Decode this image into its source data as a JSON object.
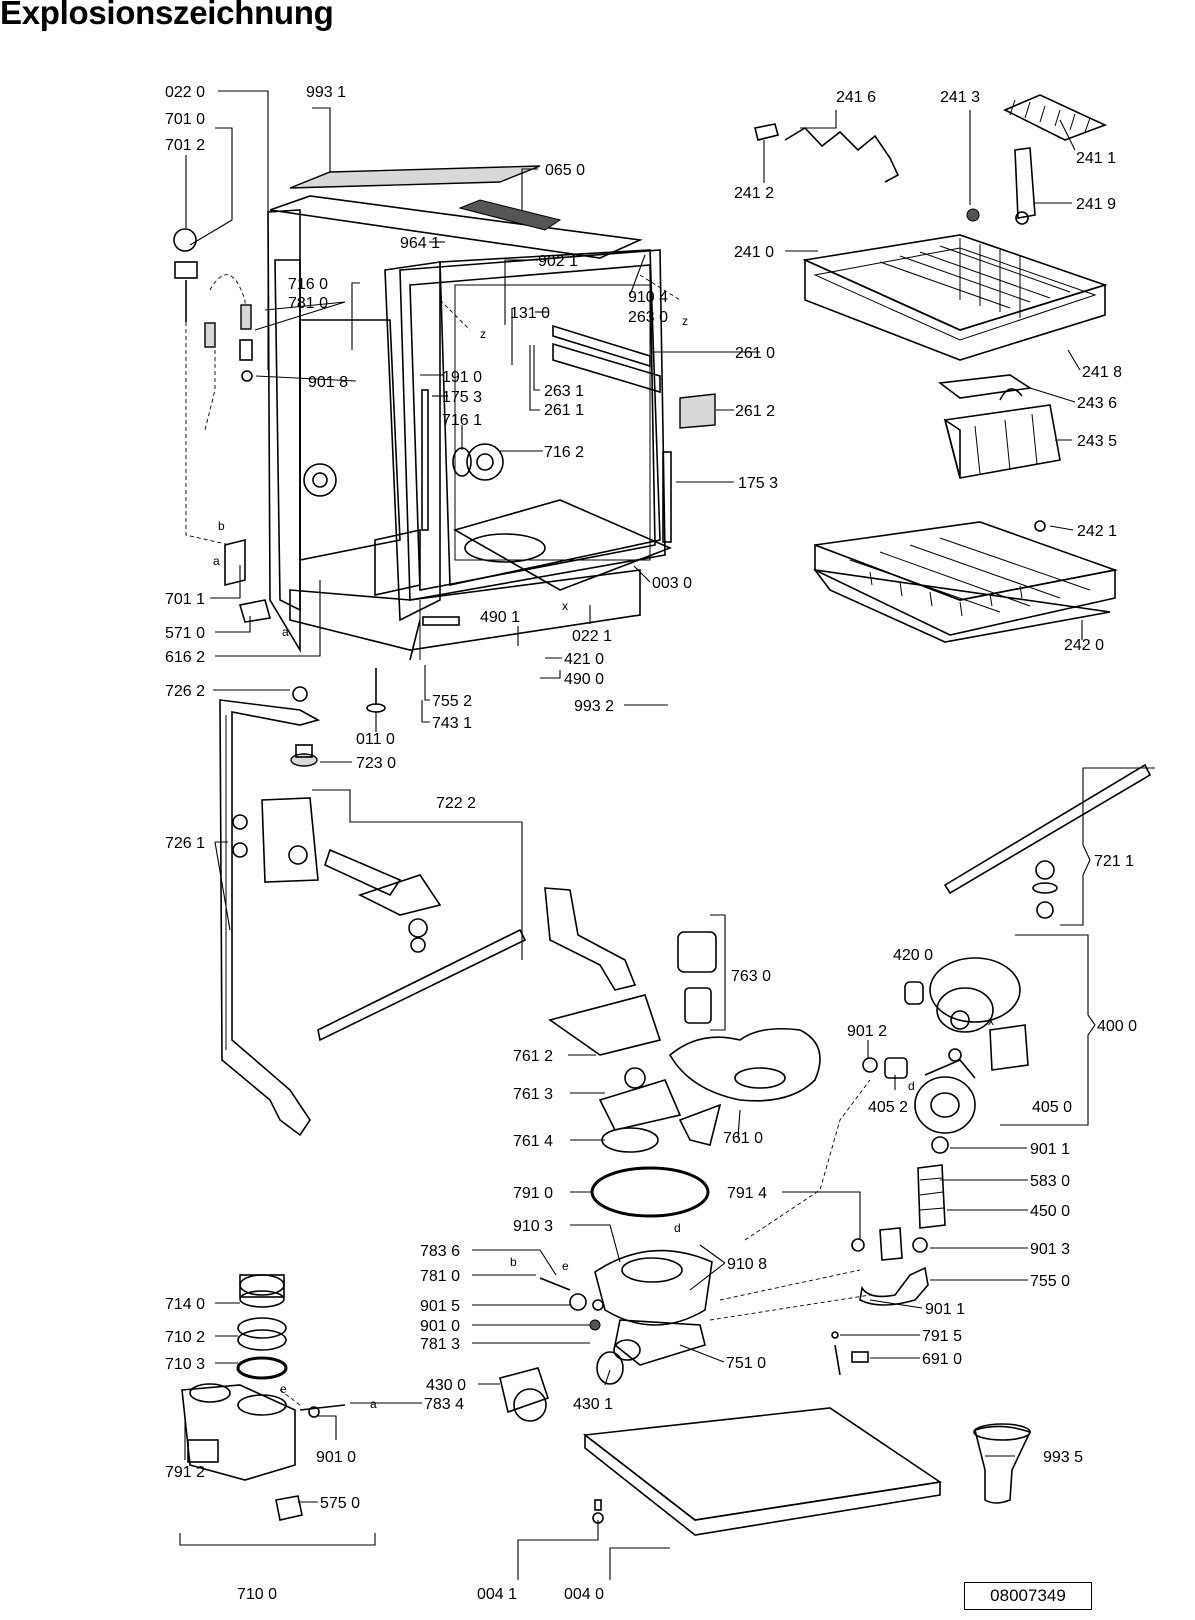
{
  "title": "Explosionszeichnung",
  "doc_number": "08007349",
  "labels": [
    {
      "id": "l0220",
      "text": "022 0"
    },
    {
      "id": "l9931",
      "text": "993 1"
    },
    {
      "id": "l7010",
      "text": "701 0"
    },
    {
      "id": "l7012",
      "text": "701 2"
    },
    {
      "id": "l0650",
      "text": "065 0"
    },
    {
      "id": "l9641",
      "text": "964 1"
    },
    {
      "id": "l9021",
      "text": "902 1"
    },
    {
      "id": "l7160",
      "text": "716 0"
    },
    {
      "id": "l7810",
      "text": "781 0"
    },
    {
      "id": "l9104",
      "text": "910 4"
    },
    {
      "id": "l1310",
      "text": "131 0"
    },
    {
      "id": "l2630",
      "text": "263 0"
    },
    {
      "id": "l9018",
      "text": "901 8"
    },
    {
      "id": "l2610",
      "text": "261 0"
    },
    {
      "id": "l1910",
      "text": "191 0"
    },
    {
      "id": "l1753a",
      "text": "175 3"
    },
    {
      "id": "l2631",
      "text": "263 1"
    },
    {
      "id": "l2611",
      "text": "261 1"
    },
    {
      "id": "l2612",
      "text": "261 2"
    },
    {
      "id": "l7161",
      "text": "716 1"
    },
    {
      "id": "l7162",
      "text": "716 2"
    },
    {
      "id": "l1753b",
      "text": "175 3"
    },
    {
      "id": "l0030",
      "text": "003 0"
    },
    {
      "id": "l7011",
      "text": "701 1"
    },
    {
      "id": "l5710",
      "text": "571 0"
    },
    {
      "id": "l6162",
      "text": "616 2"
    },
    {
      "id": "l4901",
      "text": "490 1"
    },
    {
      "id": "l0221",
      "text": "022 1"
    },
    {
      "id": "l4210",
      "text": "421 0"
    },
    {
      "id": "l4900",
      "text": "490 0"
    },
    {
      "id": "l9932",
      "text": "993 2"
    },
    {
      "id": "l7552",
      "text": "755 2"
    },
    {
      "id": "l7431",
      "text": "743 1"
    },
    {
      "id": "l7262",
      "text": "726 2"
    },
    {
      "id": "l0110",
      "text": "011 0"
    },
    {
      "id": "l7230",
      "text": "723 0"
    },
    {
      "id": "l2416",
      "text": "241 6"
    },
    {
      "id": "l2413",
      "text": "241 3"
    },
    {
      "id": "l2411",
      "text": "241 1"
    },
    {
      "id": "l2412",
      "text": "241 2"
    },
    {
      "id": "l2419",
      "text": "241 9"
    },
    {
      "id": "l2410",
      "text": "241 0"
    },
    {
      "id": "l2418",
      "text": "241 8"
    },
    {
      "id": "l2436",
      "text": "243 6"
    },
    {
      "id": "l2435",
      "text": "243 5"
    },
    {
      "id": "l2421",
      "text": "242 1"
    },
    {
      "id": "l2420",
      "text": "242 0"
    },
    {
      "id": "l7222",
      "text": "722 2"
    },
    {
      "id": "l7261",
      "text": "726 1"
    },
    {
      "id": "l7211",
      "text": "721 1"
    },
    {
      "id": "l7630",
      "text": "763 0"
    },
    {
      "id": "l4200",
      "text": "420 0"
    },
    {
      "id": "l4000",
      "text": "400 0"
    },
    {
      "id": "l9012",
      "text": "901 2"
    },
    {
      "id": "l7612",
      "text": "761 2"
    },
    {
      "id": "l7613",
      "text": "761 3"
    },
    {
      "id": "l4052",
      "text": "405 2"
    },
    {
      "id": "l4050",
      "text": "405 0"
    },
    {
      "id": "l7614",
      "text": "761 4"
    },
    {
      "id": "l7610",
      "text": "761 0"
    },
    {
      "id": "l9011a",
      "text": "901 1"
    },
    {
      "id": "l5830",
      "text": "583 0"
    },
    {
      "id": "l7910",
      "text": "791 0"
    },
    {
      "id": "l7914",
      "text": "791 4"
    },
    {
      "id": "l4500",
      "text": "450 0"
    },
    {
      "id": "l9103",
      "text": "910 3"
    },
    {
      "id": "l9013",
      "text": "901 3"
    },
    {
      "id": "l7836",
      "text": "783 6"
    },
    {
      "id": "l9108",
      "text": "910 8"
    },
    {
      "id": "l7810b",
      "text": "781 0"
    },
    {
      "id": "l7550",
      "text": "755 0"
    },
    {
      "id": "l7140",
      "text": "714 0"
    },
    {
      "id": "l9015",
      "text": "901 5"
    },
    {
      "id": "l9011b",
      "text": "901 1"
    },
    {
      "id": "l7102",
      "text": "710 2"
    },
    {
      "id": "l9010a",
      "text": "901 0"
    },
    {
      "id": "l7915",
      "text": "791 5"
    },
    {
      "id": "l7813",
      "text": "781 3"
    },
    {
      "id": "l7510",
      "text": "751 0"
    },
    {
      "id": "l6910",
      "text": "691 0"
    },
    {
      "id": "l7103",
      "text": "710 3"
    },
    {
      "id": "l4300",
      "text": "430 0"
    },
    {
      "id": "l7834",
      "text": "783 4"
    },
    {
      "id": "l4301",
      "text": "430 1"
    },
    {
      "id": "l9010b",
      "text": "901 0"
    },
    {
      "id": "l9935",
      "text": "993 5"
    },
    {
      "id": "l7912",
      "text": "791 2"
    },
    {
      "id": "l5750",
      "text": "575 0"
    },
    {
      "id": "l0041",
      "text": "004 1"
    },
    {
      "id": "l0040",
      "text": "004 0"
    },
    {
      "id": "l7100",
      "text": "710 0"
    }
  ],
  "markers": [
    {
      "id": "mz1",
      "text": "z"
    },
    {
      "id": "mz2",
      "text": "z"
    },
    {
      "id": "mx1",
      "text": "x"
    },
    {
      "id": "mb1",
      "text": "b"
    },
    {
      "id": "ma1",
      "text": "a"
    },
    {
      "id": "ma2",
      "text": "a"
    },
    {
      "id": "mx2",
      "text": "x"
    },
    {
      "id": "md1",
      "text": "d"
    },
    {
      "id": "md2",
      "text": "d"
    },
    {
      "id": "mb2",
      "text": "b"
    },
    {
      "id": "me1",
      "text": "e"
    },
    {
      "id": "me2",
      "text": "e"
    },
    {
      "id": "ma3",
      "text": "a"
    }
  ]
}
